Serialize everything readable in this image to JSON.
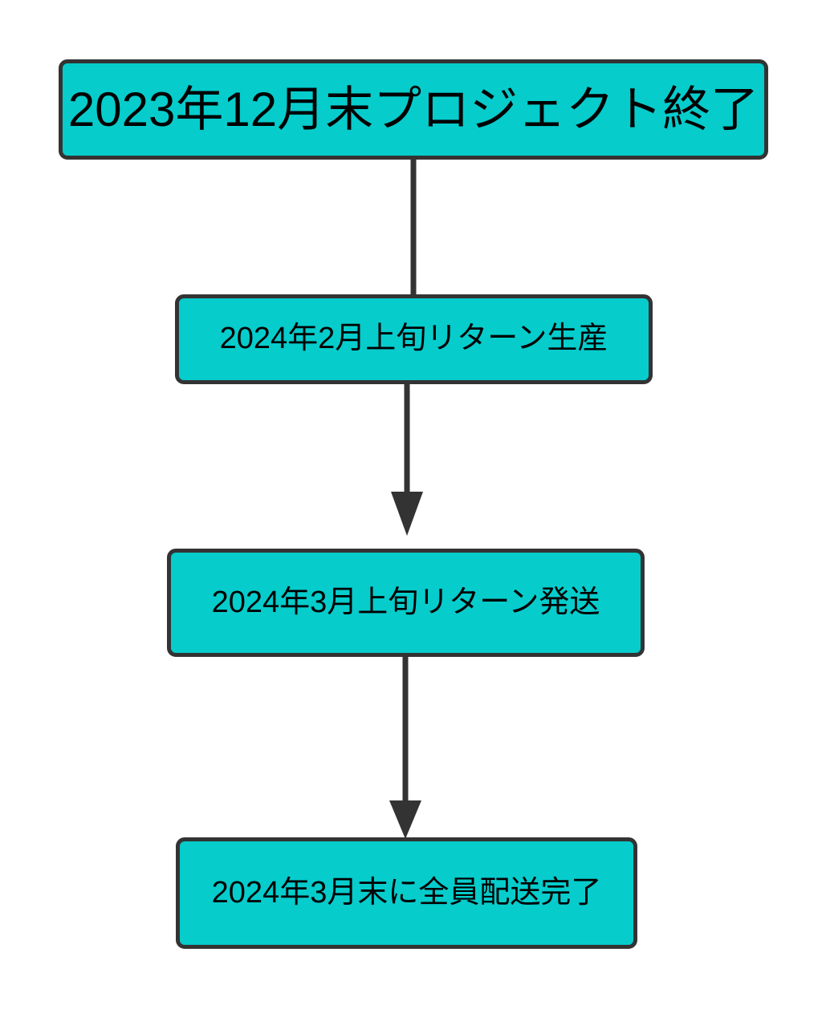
{
  "diagram": {
    "type": "flowchart",
    "orientation": "top-to-bottom",
    "background_color": "#FFFFFF",
    "node_fill_color": "#06CCCC",
    "node_border_color": "#333333",
    "edge_color": "#333333",
    "text_color": "#000000",
    "nodes": [
      {
        "id": "node-1",
        "label": "2023年12月末プロジェクト終了",
        "order": 1
      },
      {
        "id": "node-2",
        "label": "2024年2月上旬リターン生産",
        "order": 2
      },
      {
        "id": "node-3",
        "label": "2024年3月上旬リターン発送",
        "order": 3
      },
      {
        "id": "node-4",
        "label": "2024年3月末に全員配送完了",
        "order": 4
      }
    ],
    "edges": [
      {
        "id": "edge-1",
        "from": "node-1",
        "to": "node-2",
        "arrowhead": "none",
        "label": ""
      },
      {
        "id": "edge-2",
        "from": "node-2",
        "to": "node-3",
        "arrowhead": "filled-triangle",
        "label": ""
      },
      {
        "id": "edge-3",
        "from": "node-3",
        "to": "node-4",
        "arrowhead": "filled-triangle",
        "label": ""
      }
    ]
  }
}
